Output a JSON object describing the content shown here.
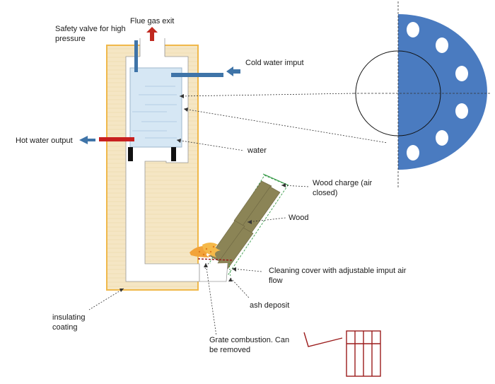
{
  "labels": {
    "flue_gas_exit": "Flue gas exit",
    "safety_valve_line1": "Safety valve for high",
    "safety_valve_line2": "pressure",
    "cold_water_input": "Cold water imput",
    "hot_water_output": "Hot water output",
    "water": "water",
    "wood_charge_line1": "Wood  charge (air",
    "wood_charge_line2": "closed)",
    "wood": "Wood",
    "cleaning_cover_line1": "Cleaning cover with adjustable imput air",
    "cleaning_cover_line2": "flow",
    "ash_deposit": "ash deposit",
    "insulating_line1": "insulating",
    "insulating_line2": "coating",
    "grate_line1": "Grate combustion. Can",
    "grate_line2": "be removed"
  },
  "colors": {
    "insulation": "#f5e6c4",
    "insulation_border": "#f0b84a",
    "water_tank": "#d6e7f4",
    "pipe_blue": "#3f74a8",
    "hot_pipe": "#c8201f",
    "wood": "#8b8456",
    "flue_arrow": "#c0281f",
    "grate": "#9b1c1c",
    "plate": "#4a7bc0",
    "flame": "#f2a33a"
  },
  "icons": {
    "flue_arrow": "up-arrow-icon",
    "hot_arrow": "left-arrow-icon",
    "cold_arrow": "left-arrow-icon"
  }
}
